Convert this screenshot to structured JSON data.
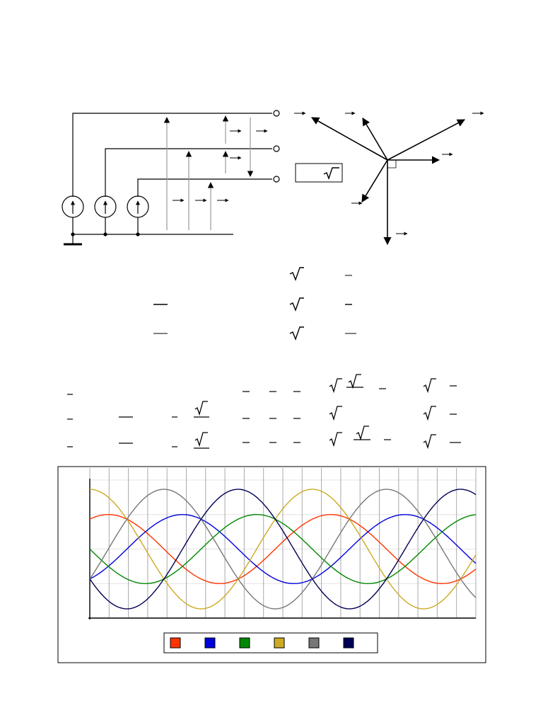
{
  "diagram": {
    "circuit": {
      "sources": 3,
      "terminals": 3,
      "note_box": ""
    },
    "phasor": {
      "vectors": 6,
      "right_angle_marker": true
    }
  },
  "equations": {
    "rows_block1": 3,
    "rows_block2": 3
  },
  "chart_data": {
    "type": "line",
    "title": "",
    "xlabel": "",
    "ylabel": "",
    "grid": true,
    "x_range_rad": [
      0,
      10.9
    ],
    "ylim": [
      -1,
      1
    ],
    "x_gridlines": 21,
    "y_gridlines": 5,
    "legend_position": "bottom-center",
    "series": [
      {
        "color": "#ff3300",
        "amplitude": 0.5,
        "phase_deg": 60
      },
      {
        "color": "#0000dd",
        "amplitude": 0.5,
        "phase_deg": -60
      },
      {
        "color": "#008800",
        "amplitude": 0.5,
        "phase_deg": 180
      },
      {
        "color": "#ccaa22",
        "amplitude": 0.866,
        "phase_deg": 90
      },
      {
        "color": "#777777",
        "amplitude": 0.866,
        "phase_deg": -30
      },
      {
        "color": "#000055",
        "amplitude": 0.866,
        "phase_deg": -150
      }
    ]
  }
}
